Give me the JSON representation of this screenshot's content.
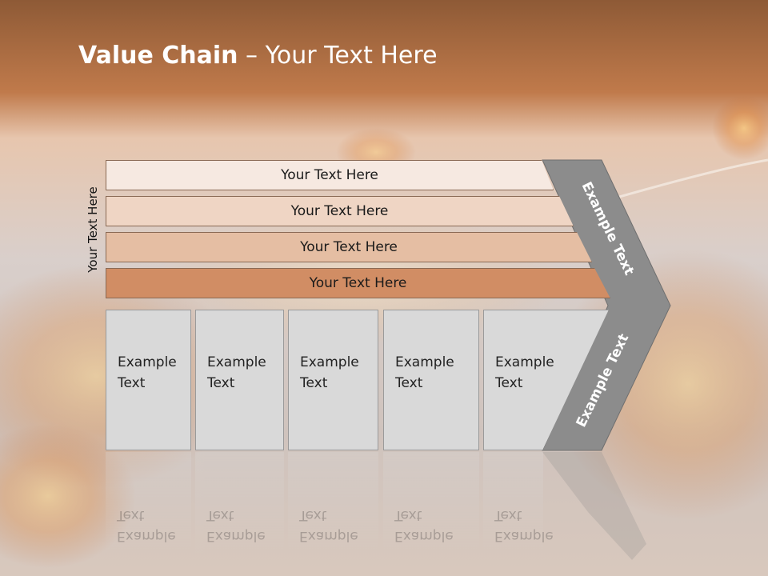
{
  "title": {
    "bold": "Value Chain",
    "rest": " – Your Text Here"
  },
  "side_label": "Your Text Here",
  "bars": [
    {
      "label": "Your Text Here",
      "color": "#f6e9e1"
    },
    {
      "label": "Your Text Here",
      "color": "#efd5c4"
    },
    {
      "label": "Your Text Here",
      "color": "#e5bea3"
    },
    {
      "label": "Your Text Here",
      "color": "#d18d64"
    }
  ],
  "boxes": [
    {
      "label": "Example\nText"
    },
    {
      "label": "Example\nText"
    },
    {
      "label": "Example\nText"
    },
    {
      "label": "Example\nText"
    },
    {
      "label": "Example\nText"
    }
  ],
  "chevron": {
    "top_label": "Example Text",
    "bottom_label": "Example Text",
    "color": "#8c8c8c"
  }
}
